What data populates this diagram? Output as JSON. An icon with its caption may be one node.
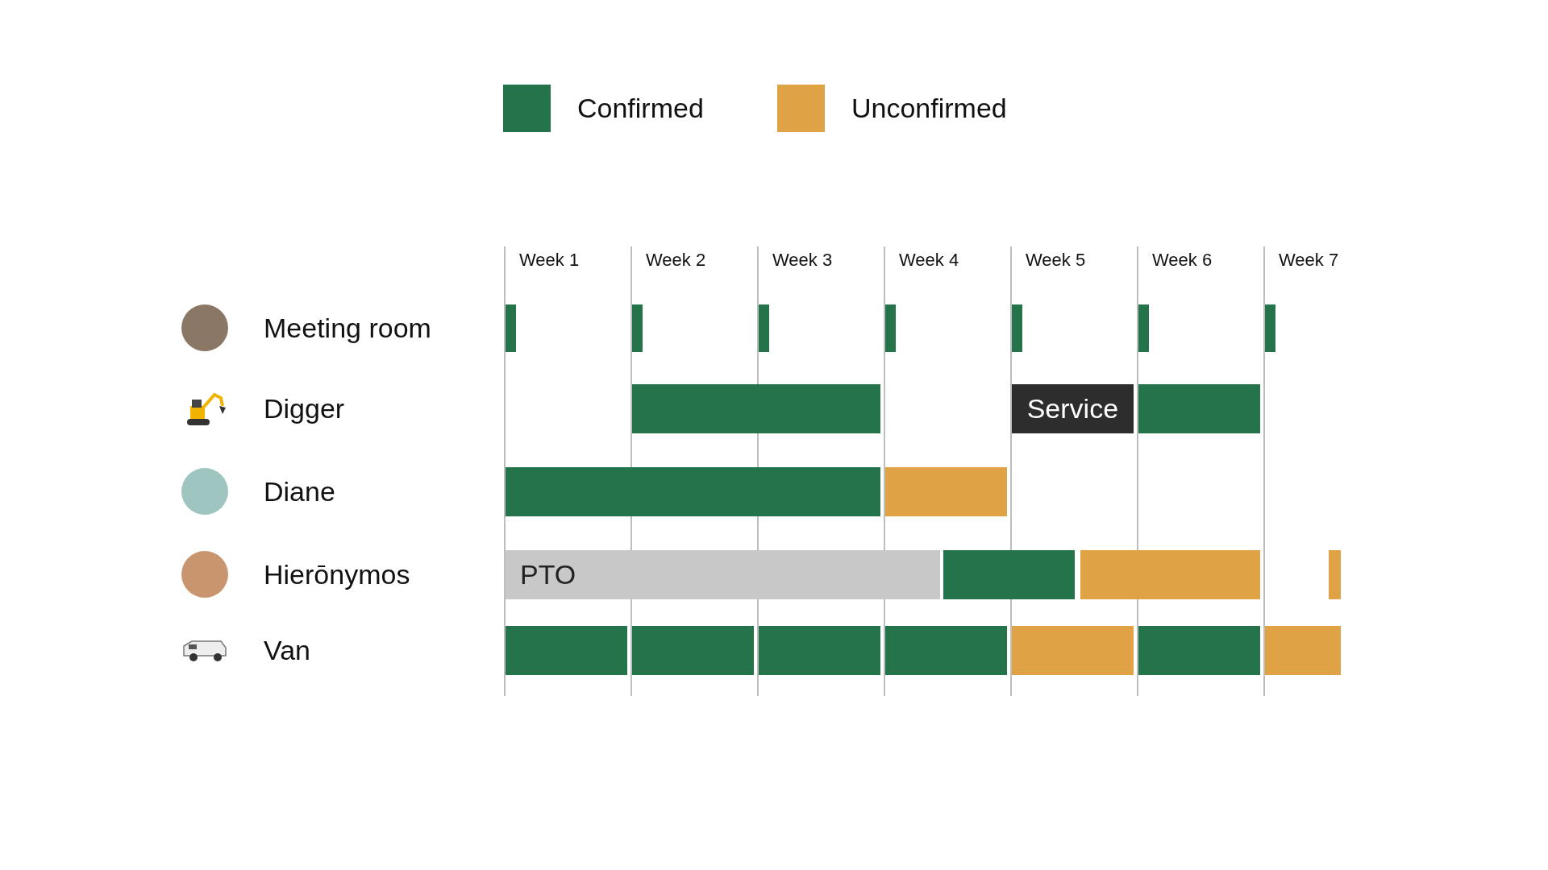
{
  "diagram": {
    "nodes": [
      {
        "text": [],
        "shape": "bar"
      },
      {
        "text": [],
        "shape": "bar"
      },
      {
        "text": [],
        "shape": "bar"
      },
      {
        "text": [],
        "shape": "bar"
      },
      {
        "text": [],
        "shape": "bar"
      },
      {
        "text": [],
        "shape": "bar"
      },
      {
        "text": [],
        "shape": "bar"
      },
      {
        "text": [],
        "shape": "bar"
      },
      {
        "text": [
          "Service"
        ]
      },
      {
        "text": [],
        "shape": "bar"
      },
      {
        "text": [],
        "shape": "bar"
      },
      {
        "text": [],
        "shape": "bar"
      },
      {
        "text": [
          "PTO"
        ]
      },
      {
        "text": [],
        "shape": "bar"
      },
      {
        "text": [],
        "shape": "bar"
      },
      {
        "text": [],
        "shape": "bar"
      },
      {
        "text": [],
        "shape": "bar"
      },
      {
        "text": [],
        "shape": "bar"
      },
      {
        "text": [],
        "shape": "bar"
      },
      {
        "text": [],
        "shape": "bar"
      },
      {
        "text": [],
        "shape": "bar"
      },
      {
        "text": [],
        "shape": "bar"
      },
      {
        "text": [],
        "shape": "bar"
      }
    ],
    "labels": [
      "Week 1",
      "Week 2",
      "Week 3",
      "Week 4",
      "Week 5",
      "Week 6",
      "Week 7",
      "Meeting room",
      "Digger",
      "Diane",
      "Hierōnymos",
      "Van"
    ],
    "legend": [
      {
        "text": "Confirmed",
        "color": "#25734a"
      },
      {
        "text": "Unconfirmed",
        "color": "#dfa346"
      }
    ]
  }
}
